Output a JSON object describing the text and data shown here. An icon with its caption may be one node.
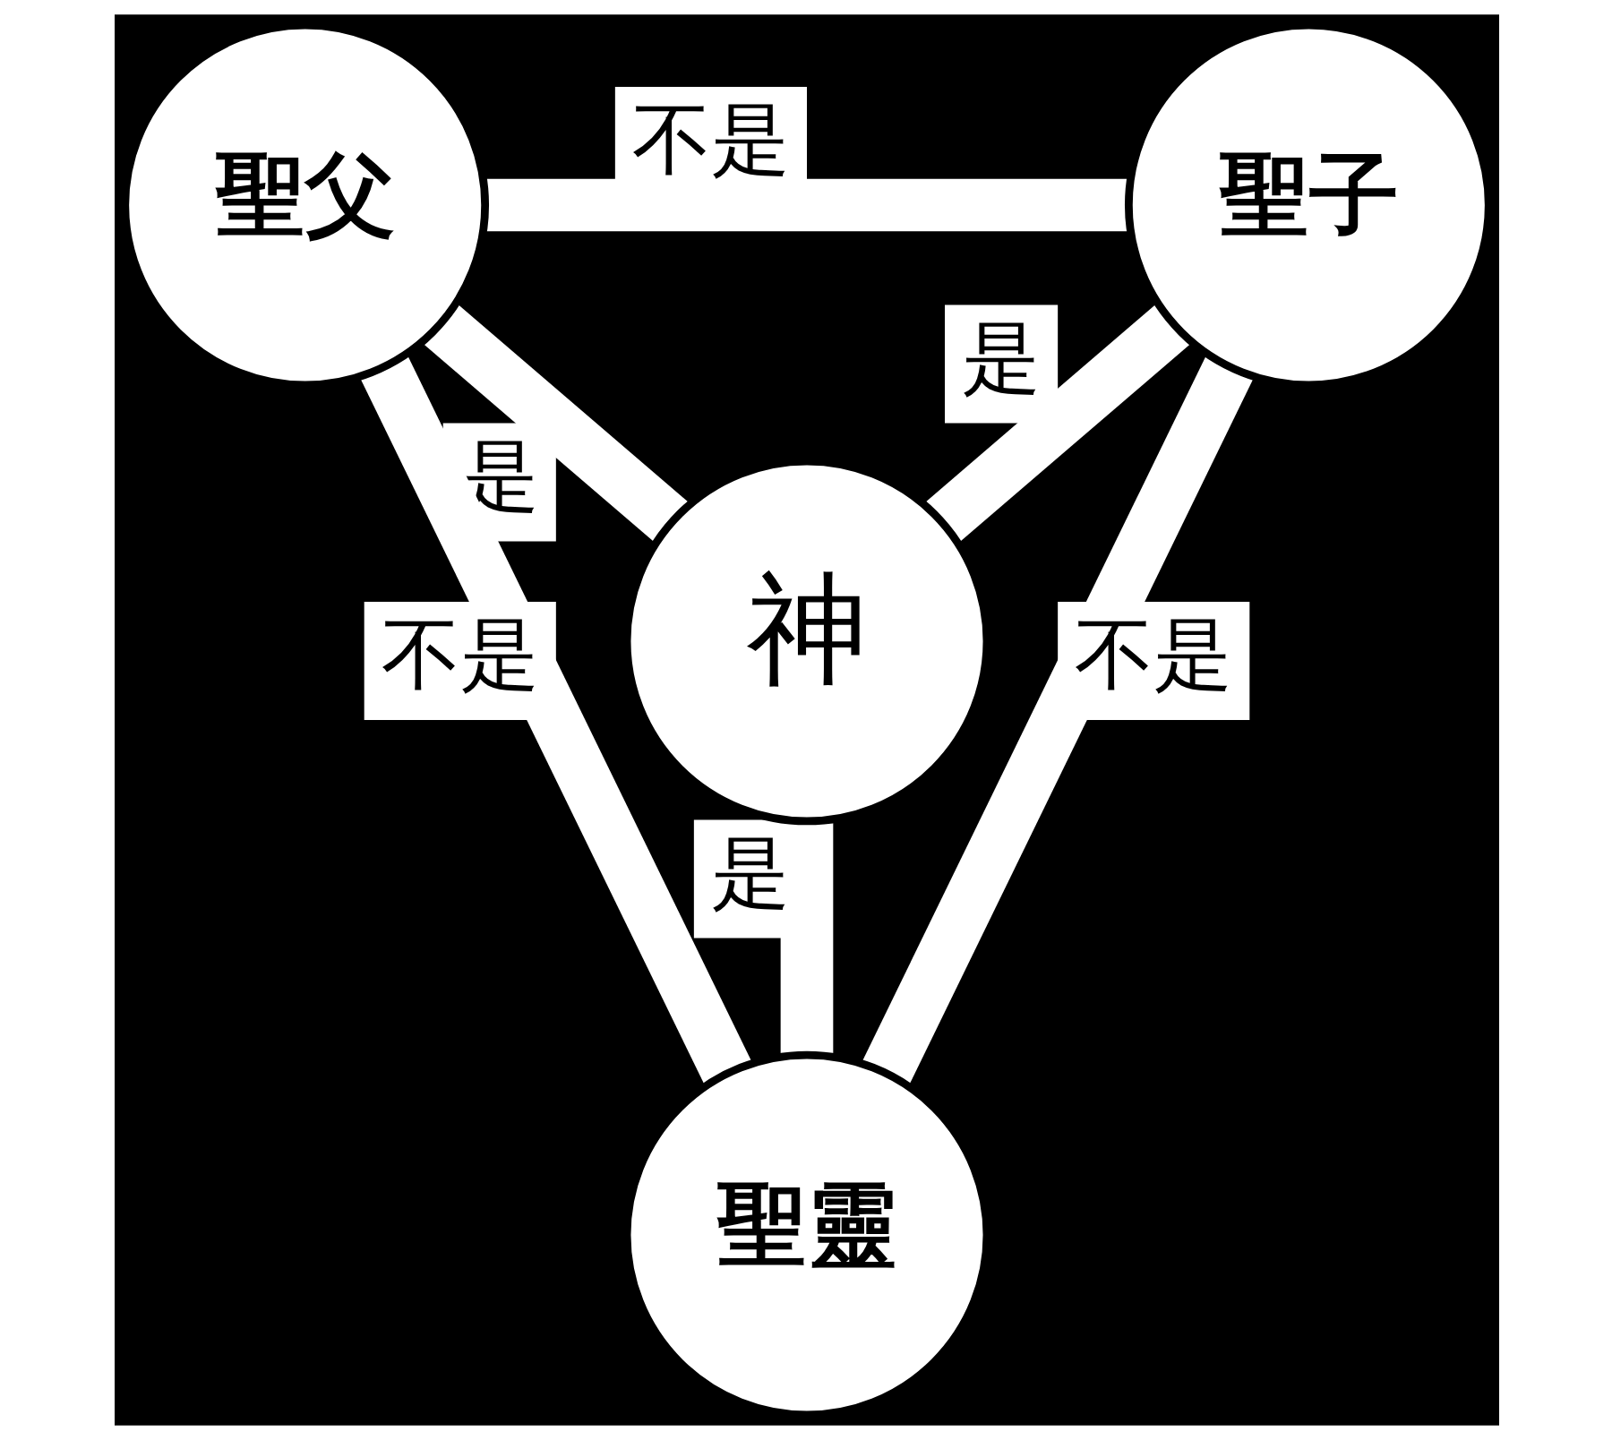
{
  "diagram": {
    "nodes": [
      {
        "text": [
          "聖父"
        ]
      },
      {
        "text": [
          "聖子"
        ]
      },
      {
        "text": [
          "神"
        ]
      },
      {
        "text": [
          "聖靈"
        ]
      }
    ],
    "edges": [
      {
        "from": 0,
        "to": 1,
        "arrow": "none",
        "label": "不是"
      },
      {
        "from": 0,
        "to": 2,
        "arrow": "none",
        "label": "是"
      },
      {
        "from": 1,
        "to": 2,
        "arrow": "none",
        "label": "是"
      },
      {
        "from": 0,
        "to": 3,
        "arrow": "none",
        "label": "不是"
      },
      {
        "from": 2,
        "to": 3,
        "arrow": "none",
        "label": "是"
      },
      {
        "from": 1,
        "to": 3,
        "arrow": "none",
        "label": "不是"
      }
    ]
  }
}
